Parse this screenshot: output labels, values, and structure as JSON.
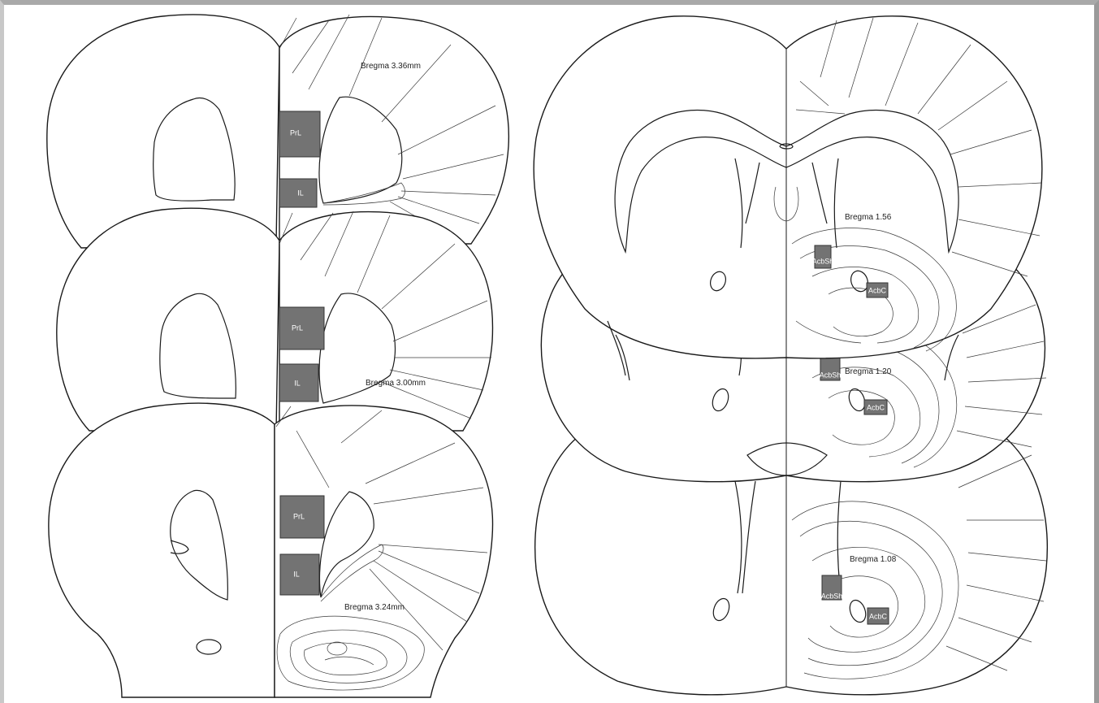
{
  "left_panel": {
    "sections": [
      {
        "bregma": "Bregma 3.36mm",
        "box_top": "PrL",
        "box_bottom": "IL"
      },
      {
        "bregma": "Bregma 3.00mm",
        "box_top": "PrL",
        "box_bottom": "IL"
      },
      {
        "bregma": "Bregma 3.24mm",
        "box_top": "PrL",
        "box_bottom": "IL"
      }
    ]
  },
  "right_panel": {
    "sections": [
      {
        "bregma": "Bregma 1.56",
        "box_shell": "AcbSh",
        "box_core": "AcbC"
      },
      {
        "bregma": "Bregma 1.20",
        "box_shell": "AcbSh",
        "box_core": "AcbC"
      },
      {
        "bregma": "Bregma 1.08",
        "box_shell": "AcbSh",
        "box_core": "AcbC"
      }
    ]
  },
  "colors": {
    "box_fill": "#737373",
    "outline": "#1a1a1a",
    "background": "#ffffff"
  }
}
